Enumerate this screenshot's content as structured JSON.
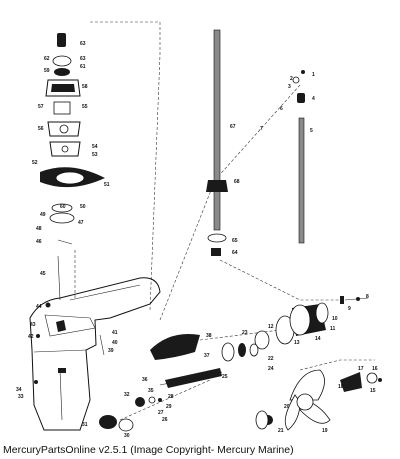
{
  "caption": "MercuryPartsOnline v2.5.1 (Image Copyright- Mercury Marine)",
  "part_labels": [
    "63",
    "62",
    "63",
    "61",
    "59",
    "58",
    "57",
    "55",
    "56",
    "54",
    "53",
    "52",
    "51",
    "50",
    "47",
    "49",
    "48",
    "46",
    "45",
    "44",
    "43",
    "42",
    "41",
    "40",
    "39",
    "38",
    "37",
    "36",
    "35",
    "34",
    "33",
    "32",
    "31",
    "30",
    "29",
    "28",
    "27",
    "26",
    "25",
    "24",
    "23",
    "22",
    "21",
    "20",
    "19",
    "18",
    "17",
    "16",
    "15",
    "14",
    "13",
    "12",
    "11",
    "10",
    "9",
    "8",
    "7",
    "6",
    "5",
    "4",
    "3",
    "2",
    "1",
    "60",
    "65",
    "64",
    "67",
    "68"
  ],
  "colors": {
    "line": "#111111",
    "fill": "#1a1a1a",
    "background": "#ffffff"
  }
}
